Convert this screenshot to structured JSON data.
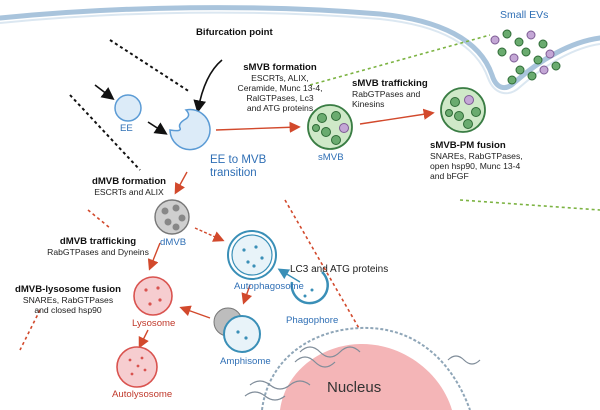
{
  "labels": {
    "bifurcation": "Bifurcation point",
    "small_evs": "Small EVs",
    "ee": "EE",
    "ee_mvb_line1": "EE to MVB",
    "ee_mvb_line2": "transition",
    "smvb": "sMVB",
    "dmvb": "dMVB",
    "autophagosome": "Autophagosome",
    "phagophore": "Phagophore",
    "lysosome": "Lysosome",
    "amphisome": "Amphisome",
    "autolysosome": "Autolysosome",
    "nucleus": "Nucleus",
    "lc3_atg": "LC3 and ATG proteins"
  },
  "steps": {
    "smvb_formation": {
      "title": "sMVB formation",
      "lines": [
        "ESCRTs, ALIX,",
        "Ceramide, Munc 13-4,",
        "RalGTPases, Lc3",
        "and ATG proteins"
      ]
    },
    "smvb_trafficking": {
      "title": "sMVB trafficking",
      "lines": [
        "RabGTPases and",
        "Kinesins"
      ]
    },
    "smvb_pm_fusion": {
      "title": "sMVB-PM fusion",
      "lines": [
        "SNAREs, RabGTPases,",
        "open hsp90, Munc 13-4",
        "and bFGF"
      ]
    },
    "dmvb_formation": {
      "title": "dMVB formation",
      "lines": [
        "ESCRTs and ALIX"
      ]
    },
    "dmvb_trafficking": {
      "title": "dMVB trafficking",
      "lines": [
        "RabGTPases and Dyneins"
      ]
    },
    "dmvb_lysosome_fusion": {
      "title": "dMVB-lysosome fusion",
      "lines": [
        "SNAREs, RabGTPases",
        "and closed hsp90"
      ]
    }
  },
  "colors": {
    "membrane": "#a9c4dc",
    "ee_fill": "#dcebf8",
    "ee_stroke": "#5b9bd5",
    "smvb_fill": "#cfe9c8",
    "smvb_stroke": "#3a7d44",
    "ev_green": "#6aab6f",
    "ev_purple": "#c4a7d6",
    "dmvb_fill": "#cfcfcf",
    "lysosome_fill": "#f6cdd0",
    "lysosome_stroke": "#d9534f",
    "autophago_stroke": "#3a8fb7",
    "nucleus_fill": "#f4b5b7",
    "arrow_red": "#d2492c",
    "dash_green": "#7cb342",
    "label_blue": "#2f6fb5",
    "label_red": "#c0392b"
  }
}
